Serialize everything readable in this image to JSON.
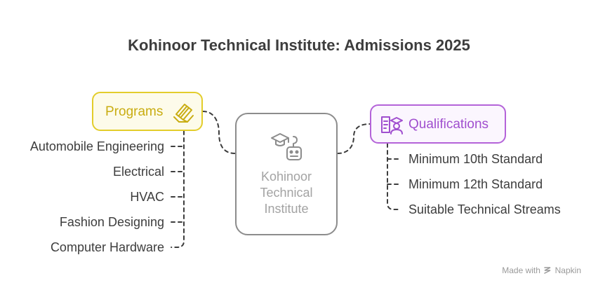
{
  "title": "Kohinoor Technical Institute: Admissions 2025",
  "programs": {
    "label": "Programs",
    "icon": "hands-holding-book-icon",
    "items": [
      "Automobile Engineering",
      "Electrical",
      "HVAC",
      "Fashion Designing",
      "Computer Hardware"
    ]
  },
  "center": {
    "label_lines": [
      "Kohinoor",
      "Technical",
      "Institute"
    ],
    "icon": "graduation-robot-icon"
  },
  "qualifications": {
    "label": "Qualifications",
    "icon": "certificate-graduate-icon",
    "items": [
      "Minimum 10th Standard",
      "Minimum 12th Standard",
      "Suitable Technical Streams"
    ]
  },
  "footer": {
    "made_with": "Made with",
    "brand": "Napkin"
  },
  "colors": {
    "programs_border": "#e3cd2b",
    "programs_text": "#c9ad12",
    "qualifications_border": "#b463d9",
    "qualifications_text": "#a04fcf",
    "center_border": "#8c8c8c",
    "center_text": "#a3a3a3"
  }
}
